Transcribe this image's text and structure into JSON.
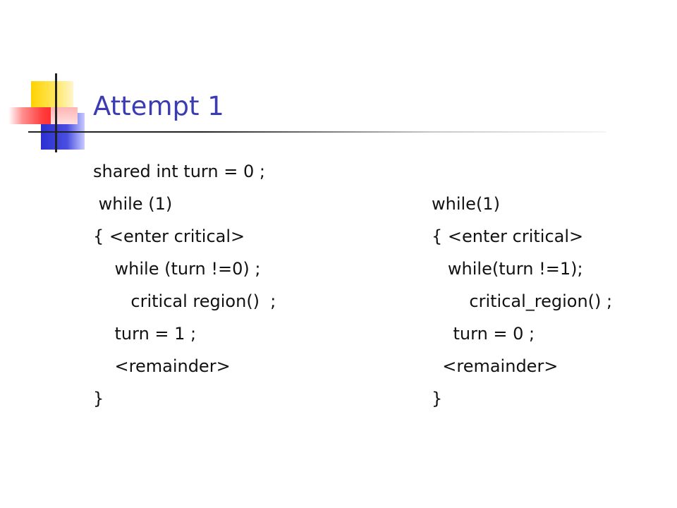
{
  "slide": {
    "title": "Attempt 1",
    "left_code": [
      "shared int turn = 0 ;",
      " while (1)",
      "{ <enter critical>",
      "    while (turn !=0) ;",
      "       critical region()  ;",
      "    turn = 1 ;",
      "    <remainder>",
      "}"
    ],
    "right_code": [
      "",
      "while(1)",
      "{ <enter critical>",
      "   while(turn !=1);",
      "       critical_region() ;",
      "    turn = 0 ;",
      "  <remainder>",
      "}"
    ]
  },
  "colors": {
    "title": "#3b3bb3",
    "text": "#111111",
    "logo_yellow": "#ffd200",
    "logo_blue": "#2b2fd0",
    "logo_red": "#ff2a2a"
  }
}
